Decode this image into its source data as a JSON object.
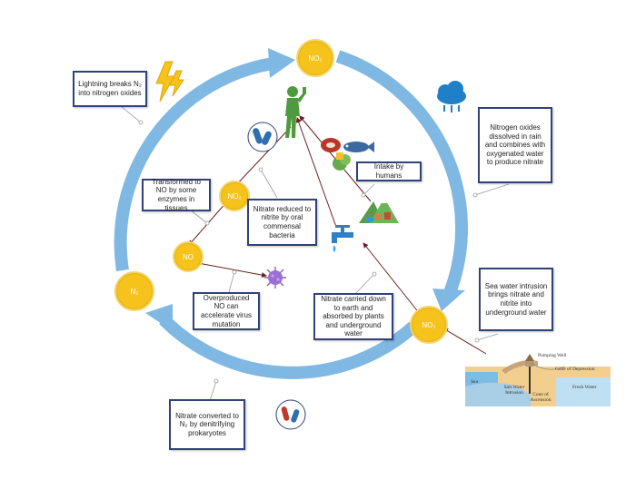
{
  "nodes": {
    "no3_top": "NO₃",
    "no3_right": "NO₃",
    "no2": "NO₂",
    "no": "NO",
    "n2": "N₂"
  },
  "boxes": {
    "lightning": "Lightning breaks N₂ into nitrogen oxides",
    "nitrogen_oxides": "Nitrogen oxides dissolved in rain and combines with oxygenated water to produce nitrate",
    "intake": "Intake by humans",
    "transformed": "Transformed to NO by some enzymes in tissues",
    "nitrate_reduced": "Nitrate reduced to nitrite by oral commensal bacteria",
    "overproduced": "Overproduced NO can accelerate virus mutation",
    "carried_down": "Nitrate carried down to earth and absorbed by plants and underground water",
    "sea_water": "Sea water intrusion brings nitrate and nitrite into underground water",
    "converted": "Nitrate converted to N₂ by denitrifying prokaryotes"
  },
  "inset": {
    "pumping_well": "Pumping Well",
    "cone_depression": "Cone of Depression",
    "sea": "Sea",
    "salt_water": "Salt Water Intrusion",
    "fresh_water": "Fresh Water",
    "cone_ascension": "Cone of Ascension"
  },
  "colors": {
    "cycle_arrow": "#7fb8e3",
    "node_fill": "#f6c21c",
    "box_border": "#31427a",
    "arrow_line": "#6b1e1e"
  },
  "icons": [
    "lightning-icon",
    "rain-cloud-icon",
    "human-drinking-icon",
    "bacteria-icon",
    "food-icon",
    "landscape-icon",
    "tap-icon",
    "virus-icon",
    "prokaryote-icon",
    "groundwater-inset"
  ]
}
